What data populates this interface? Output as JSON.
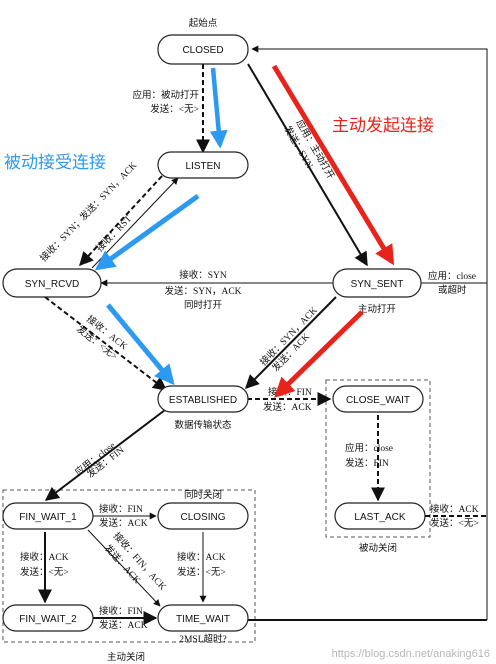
{
  "states": {
    "closed": "CLOSED",
    "listen": "LISTEN",
    "syn_rcvd": "SYN_RCVD",
    "syn_sent": "SYN_SENT",
    "established": "ESTABLISHED",
    "close_wait": "CLOSE_WAIT",
    "last_ack": "LAST_ACK",
    "fin_wait_1": "FIN_WAIT_1",
    "closing": "CLOSING",
    "fin_wait_2": "FIN_WAIT_2",
    "time_wait": "TIME_WAIT"
  },
  "notes": {
    "start_point": "起始点",
    "data_transfer": "数据传输状态",
    "active_open": "主动打开",
    "simultaneous_close": "同时关闭",
    "passive_close": "被动关闭",
    "active_close": "主动关闭",
    "msl_timeout": "2MSL超时?"
  },
  "labels": {
    "passive_open_l1": "应用：被动打开",
    "passive_open_l2": "发送：<无>",
    "active_open_l1": "应用：主动打开",
    "active_open_l2": "发送：SYN",
    "listen_rcvd_l1": "接收：SYN；发送：SYN，ACK",
    "rst_l1": "接收：RST",
    "simul_open_l1": "接收：SYN",
    "simul_open_l2": "发送：SYN，ACK",
    "simul_open_l3": "同时打开",
    "syn_sent_close_l1": "应用：close",
    "syn_sent_close_l2": "或超时",
    "rcvd_est_l1": "接收：ACK",
    "rcvd_est_l2": "发送：<无>",
    "sent_est_l1": "接收：SYN，ACK",
    "sent_est_l2": "发送：ACK",
    "est_cw_l1": "接收：FIN",
    "est_cw_l2": "发送：ACK",
    "cw_la_l1": "应用：close",
    "cw_la_l2": "发送：FIN",
    "la_closed_l1": "接收：ACK",
    "la_closed_l2": "发送：<无>",
    "est_fw1_l1": "应用：close",
    "est_fw1_l2": "发送：FIN",
    "fw1_closing_l1": "接收：FIN",
    "fw1_closing_l2": "发送：ACK",
    "fw1_fw2_l1": "接收：ACK",
    "fw1_fw2_l2": "发送：<无>",
    "fw1_tw_l1": "接收：FIN，ACK",
    "fw1_tw_l2": "发送：ACK",
    "closing_tw_l1": "接收：ACK",
    "closing_tw_l2": "发送：<无>",
    "fw2_tw_l1": "接收：FIN",
    "fw2_tw_l2": "发送：ACK"
  },
  "annotations": {
    "passive_accept": "被动接受连接",
    "active_initiate": "主动发起连接"
  },
  "watermark": "https://blog.csdn.net/anaking616",
  "colors": {
    "blue_annotation": "#2c9af0",
    "red_annotation": "#e8231b",
    "line": "#111111"
  }
}
